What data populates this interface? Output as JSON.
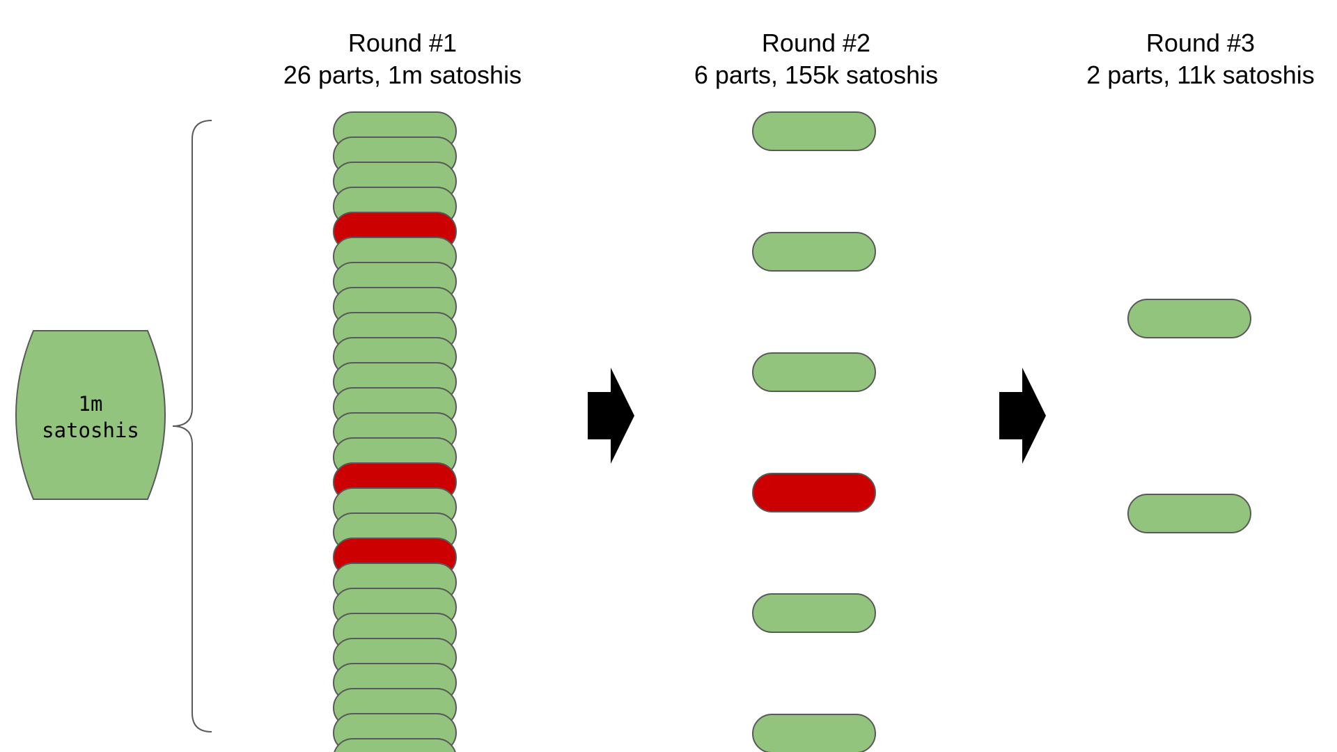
{
  "source": {
    "label_line1": "1m",
    "label_line2": "satoshis",
    "color": "#93c47d"
  },
  "colors": {
    "ok_part": "#93c47d",
    "failed_part": "#cc0000",
    "outline": "#595959",
    "arrow": "#000000"
  },
  "rounds": [
    {
      "title_line1": "Round #1",
      "title_line2": "26 parts, 1m satoshis",
      "parts": [
        "ok",
        "ok",
        "ok",
        "ok",
        "failed",
        "ok",
        "ok",
        "ok",
        "ok",
        "ok",
        "ok",
        "ok",
        "ok",
        "ok",
        "failed",
        "ok",
        "ok",
        "failed",
        "ok",
        "ok",
        "ok",
        "ok",
        "ok",
        "ok",
        "ok",
        "ok"
      ]
    },
    {
      "title_line1": "Round #2",
      "title_line2": "6 parts, 155k satoshis",
      "parts": [
        "ok",
        "ok",
        "ok",
        "failed",
        "ok",
        "ok"
      ]
    },
    {
      "title_line1": "Round #3",
      "title_line2": "2 parts, 11k satoshis",
      "parts": [
        "ok",
        "ok"
      ]
    }
  ]
}
